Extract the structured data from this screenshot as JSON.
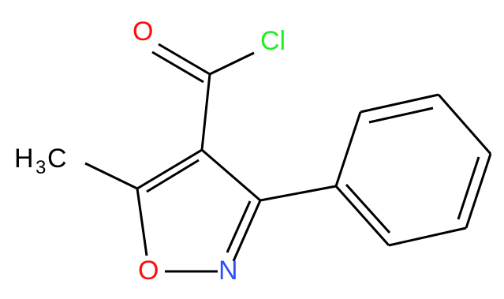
{
  "molecule": {
    "atoms": {
      "oxygen_carbonyl": "O",
      "chlorine": "Cl",
      "methyl_main": "H",
      "methyl_subscript": "3",
      "methyl_carbon": "C",
      "oxygen_ring": "O",
      "nitrogen_ring": "N"
    },
    "colors": {
      "oxygen": "#ff0d0d",
      "chlorine": "#1ff01f",
      "nitrogen": "#3050f8",
      "carbon": "#000000",
      "bond": "#000000"
    }
  }
}
